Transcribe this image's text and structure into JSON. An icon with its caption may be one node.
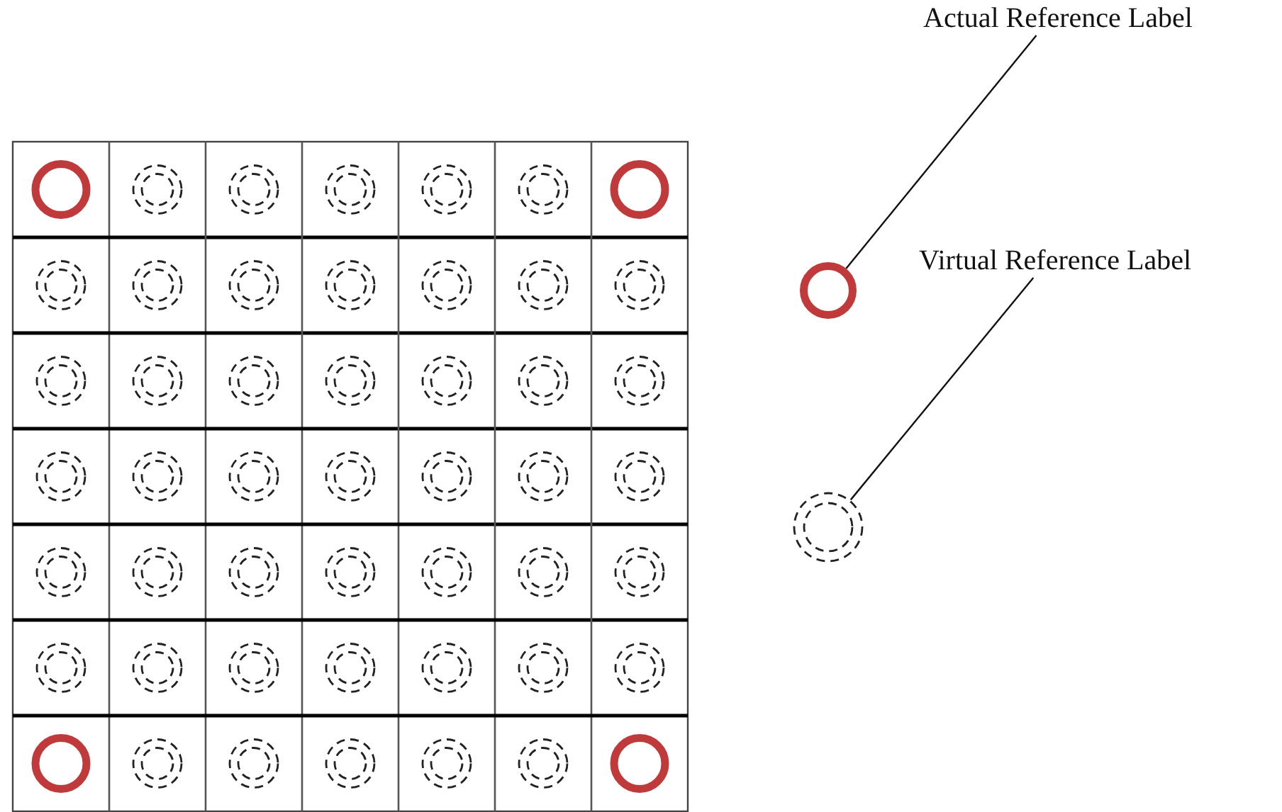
{
  "diagram": {
    "nodes": [
      {
        "text": [
          "Actual Reference Label"
        ]
      },
      {
        "text": [],
        "shape": "circle"
      },
      {
        "text": [
          "Virtual Reference Label"
        ]
      },
      {
        "text": [],
        "shape": "circle"
      }
    ],
    "edges": [
      {
        "from": 0,
        "to": 1,
        "arrow": "none"
      },
      {
        "from": 2,
        "to": 3,
        "arrow": "none"
      }
    ]
  }
}
